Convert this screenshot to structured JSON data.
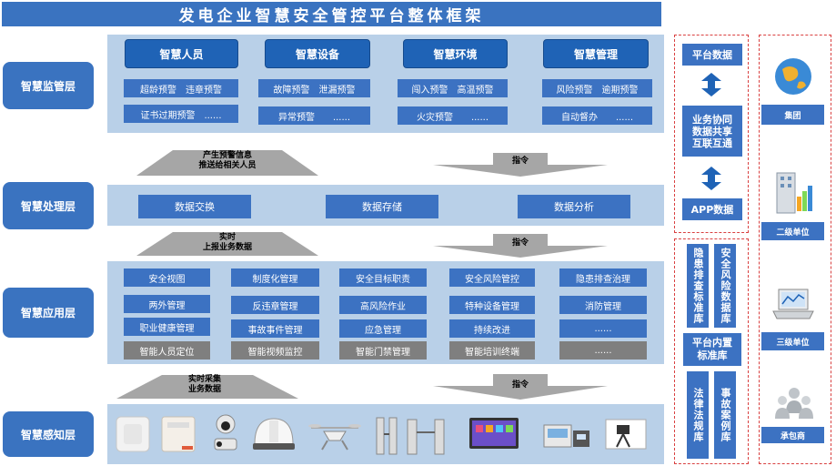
{
  "title": "发电企业智慧安全管控平台整体框架",
  "layers": {
    "monitor": "智慧监管层",
    "process": "智慧处理层",
    "application": "智慧应用层",
    "perception": "智慧感知层"
  },
  "monitor_panel": {
    "headers": [
      "智慧人员",
      "智慧设备",
      "智慧环境",
      "智慧管理"
    ],
    "row1": [
      "超龄预警　违章预警",
      "故障预警　泄漏预警",
      "闯入预警　高温预警",
      "风险预警　逾期预警"
    ],
    "row2": [
      "证书过期预警　......",
      "异常预警　　......",
      "火灾预警　　......",
      "自动督办　　......"
    ]
  },
  "arrows": {
    "up1": "产生预警信息\n推送给相关人员",
    "down1": "指令",
    "up2": "实时\n上报业务数据",
    "down2": "指令",
    "up3": "实时采集\n业务数据",
    "down3": "指令"
  },
  "process_panel": {
    "items": [
      "数据交换",
      "数据存储",
      "数据分析"
    ]
  },
  "application_panel": {
    "rows": [
      [
        "安全视图",
        "制度化管理",
        "安全目标职责",
        "安全风险管控",
        "隐患排查治理"
      ],
      [
        "两外管理",
        "反违章管理",
        "高风险作业",
        "特种设备管理",
        "消防管理"
      ],
      [
        "职业健康管理",
        "事故事件管理",
        "应急管理",
        "持续改进",
        "......"
      ],
      [
        "智能人员定位",
        "智能视频监控",
        "智能门禁管理",
        "智能培训终端",
        "......"
      ]
    ]
  },
  "perception_devices": [
    "router-device",
    "gateway-device",
    "ptz-camera",
    "smart-helmet",
    "drone",
    "turnstile-a",
    "turnstile-b",
    "display-screen",
    "detector-kit",
    "projector-terminal"
  ],
  "side_platform": {
    "top": "平台数据",
    "middle": "业务协同\n数据共享\n互联互通",
    "bottom": "APP数据"
  },
  "side_library": {
    "lib1": "隐患排查标准库",
    "lib2": "安全风险数据库",
    "inner": "平台内置\n标准库",
    "lib3": "法律法规库",
    "lib4": "事故案例库"
  },
  "stakeholders": [
    "集团",
    "二级单位",
    "三级单位",
    "承包商"
  ],
  "colors": {
    "accent": "#3a73c0",
    "panel": "#b9d0e8",
    "header": "#1f63b6",
    "gray_item": "#7f7f7f",
    "dashed_border": "#d94040"
  }
}
